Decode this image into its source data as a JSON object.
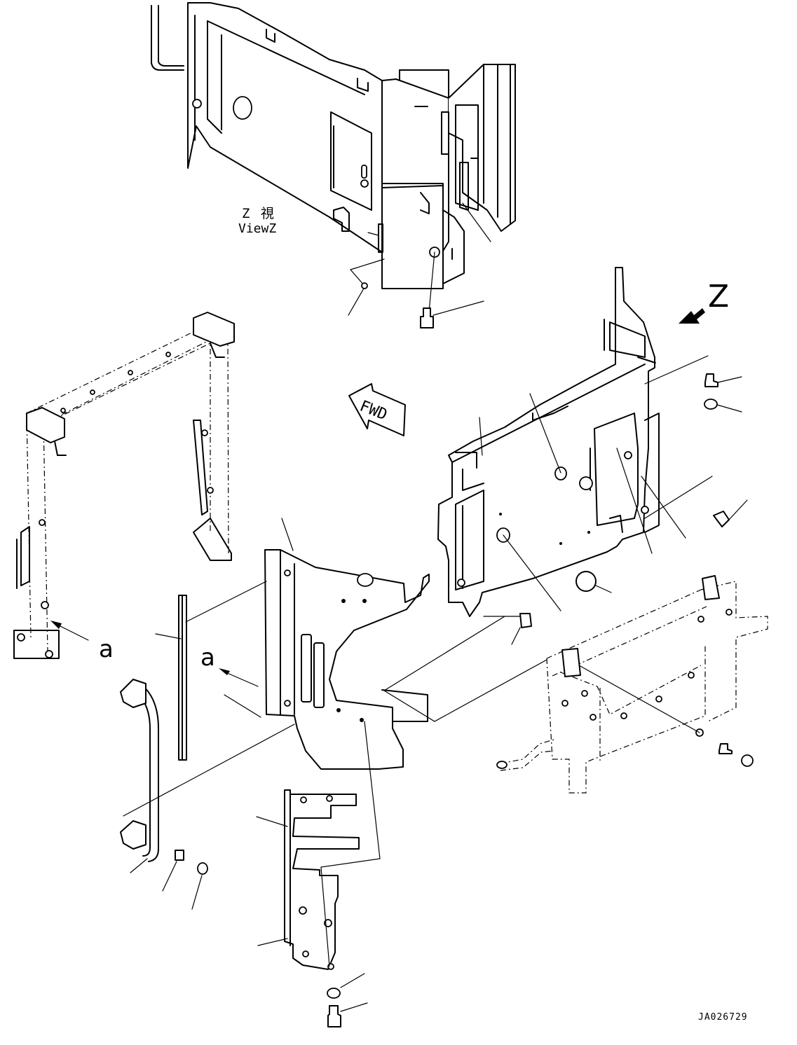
{
  "labels": {
    "view_title_ja": "Z 視",
    "view_title_en": "ViewZ",
    "view_arrow_letter": "Z",
    "detail_letter_left": "a",
    "detail_letter_mid": "a",
    "forward_arrow_text": "FWD",
    "drawing_code": "JA026729"
  },
  "colors": {
    "line": "#000000",
    "background": "#ffffff"
  }
}
